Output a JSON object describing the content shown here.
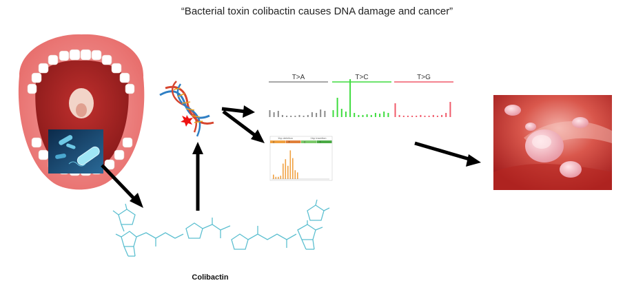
{
  "title": "“Bacterial toxin colibactin causes DNA damage and cancer”",
  "compound_label": "Colibactin",
  "signature": {
    "categories": [
      "T>A",
      "T>C",
      "T>G"
    ],
    "colors": [
      "#8a8a8a",
      "#3ddc3d",
      "#f05a6a"
    ],
    "bars": [
      [
        10,
        7,
        9,
        3,
        2,
        2,
        2,
        3,
        2,
        3,
        7,
        6,
        11,
        9
      ],
      [
        10,
        28,
        12,
        8,
        55,
        6,
        3,
        3,
        4,
        3,
        6,
        5,
        8,
        6
      ],
      [
        20,
        3,
        2,
        2,
        2,
        2,
        3,
        2,
        2,
        3,
        2,
        3,
        6,
        22
      ]
    ]
  },
  "indel": {
    "headers": [
      "1bp deletion",
      "1bp insertion"
    ],
    "seg_labels": [
      "C",
      "T",
      "C",
      "T"
    ],
    "bar_color": "#f0a040",
    "bars": [
      4,
      2,
      2,
      3,
      14,
      18,
      12,
      26,
      19,
      8,
      6
    ]
  },
  "colors": {
    "arrow": "#000000",
    "dna_blue": "#2f7fc4",
    "dna_red": "#d6452f",
    "molecule": "#5cbfd0",
    "tissue": "#c9302c",
    "polyp": "#f0a8b0"
  }
}
